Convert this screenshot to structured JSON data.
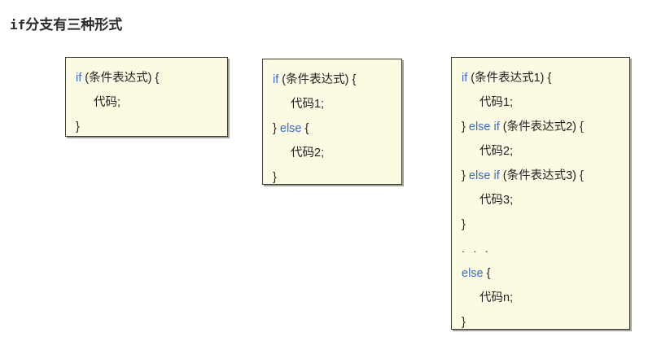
{
  "title": {
    "keyword": "if",
    "rest": "分支有三种形式"
  },
  "colors": {
    "keyword_blue": "#3b6cc4",
    "box_background": "#fdfae3",
    "box_border": "#3a3a30",
    "text": "#1f1f1f",
    "title_text": "#2b2b2b"
  },
  "boxes": [
    {
      "name": "simple-if",
      "lines": [
        {
          "indent": false,
          "segments": [
            {
              "text": "if",
              "kind": "keyword"
            },
            {
              "text": " (条件表达式) {",
              "kind": "plain"
            }
          ]
        },
        {
          "indent": true,
          "segments": [
            {
              "text": "代码;",
              "kind": "plain"
            }
          ]
        },
        {
          "indent": false,
          "segments": [
            {
              "text": "}",
              "kind": "plain"
            }
          ]
        }
      ]
    },
    {
      "name": "if-else",
      "lines": [
        {
          "indent": false,
          "segments": [
            {
              "text": "if",
              "kind": "keyword"
            },
            {
              "text": " (条件表达式) {",
              "kind": "plain"
            }
          ]
        },
        {
          "indent": true,
          "segments": [
            {
              "text": "代码1;",
              "kind": "plain"
            }
          ]
        },
        {
          "indent": false,
          "segments": [
            {
              "text": "} ",
              "kind": "plain"
            },
            {
              "text": "else",
              "kind": "keyword"
            },
            {
              "text": " {",
              "kind": "plain"
            }
          ]
        },
        {
          "indent": true,
          "segments": [
            {
              "text": "代码2;",
              "kind": "plain"
            }
          ]
        },
        {
          "indent": false,
          "segments": [
            {
              "text": "}",
              "kind": "plain"
            }
          ]
        }
      ]
    },
    {
      "name": "else-if-chain",
      "lines": [
        {
          "indent": false,
          "segments": [
            {
              "text": "if",
              "kind": "keyword"
            },
            {
              "text": " (条件表达式1) {",
              "kind": "plain"
            }
          ]
        },
        {
          "indent": true,
          "segments": [
            {
              "text": "代码1;",
              "kind": "plain"
            }
          ]
        },
        {
          "indent": false,
          "segments": [
            {
              "text": "} ",
              "kind": "plain"
            },
            {
              "text": "else if",
              "kind": "keyword"
            },
            {
              "text": " (条件表达式2) {",
              "kind": "plain"
            }
          ]
        },
        {
          "indent": true,
          "segments": [
            {
              "text": "代码2;",
              "kind": "plain"
            }
          ]
        },
        {
          "indent": false,
          "segments": [
            {
              "text": "} ",
              "kind": "plain"
            },
            {
              "text": "else if",
              "kind": "keyword"
            },
            {
              "text": " (条件表达式3) {",
              "kind": "plain"
            }
          ]
        },
        {
          "indent": true,
          "segments": [
            {
              "text": "代码3;",
              "kind": "plain"
            }
          ]
        },
        {
          "indent": false,
          "segments": [
            {
              "text": "}",
              "kind": "plain"
            }
          ]
        },
        {
          "indent": false,
          "segments": [
            {
              "text": ". . .",
              "kind": "dots"
            }
          ]
        },
        {
          "indent": false,
          "segments": [
            {
              "text": "else",
              "kind": "keyword"
            },
            {
              "text": " {",
              "kind": "plain"
            }
          ]
        },
        {
          "indent": true,
          "segments": [
            {
              "text": "代码n;",
              "kind": "plain"
            }
          ]
        },
        {
          "indent": false,
          "segments": [
            {
              "text": "}",
              "kind": "plain"
            }
          ]
        }
      ]
    }
  ]
}
